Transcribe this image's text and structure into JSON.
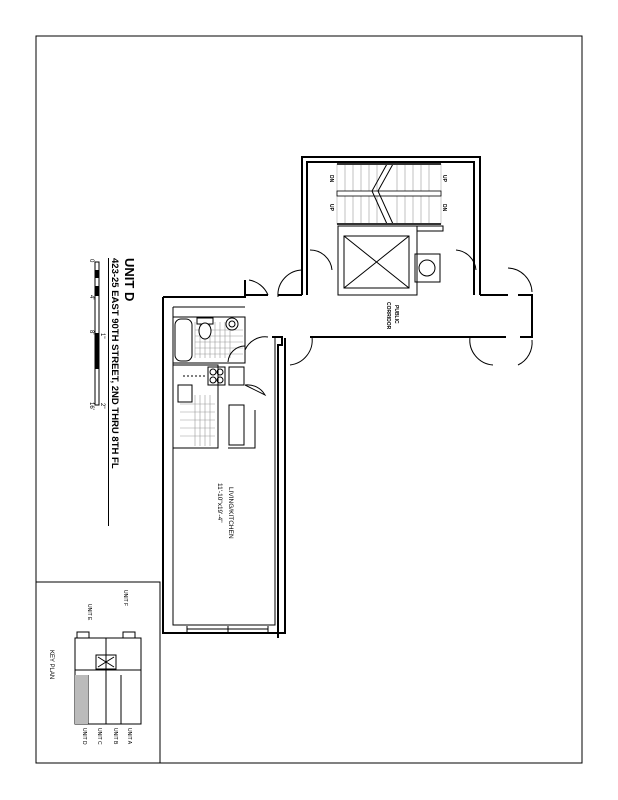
{
  "title": {
    "unit": "UNIT D",
    "address": "423-25 EAST 90TH STREET, 2ND THRU 8TH FL"
  },
  "scale": {
    "feet": [
      "0",
      "4'",
      "8'",
      "16'"
    ],
    "inches": [
      "1\"",
      "2\""
    ]
  },
  "rooms": {
    "living_name": "LIVING/KITCHEN",
    "living_size": "11'-10\"x19'-4\"",
    "corridor_line1": "PUBLIC",
    "corridor_line2": "CORRIDOR"
  },
  "stairs": {
    "labels": [
      "DN",
      "UP",
      "UP",
      "DN"
    ]
  },
  "key_plan": {
    "title": "KEY PLAN",
    "units": [
      "UNIT A",
      "UNIT B",
      "UNIT C",
      "UNIT D",
      "UNIT E",
      "UNIT F"
    ]
  }
}
